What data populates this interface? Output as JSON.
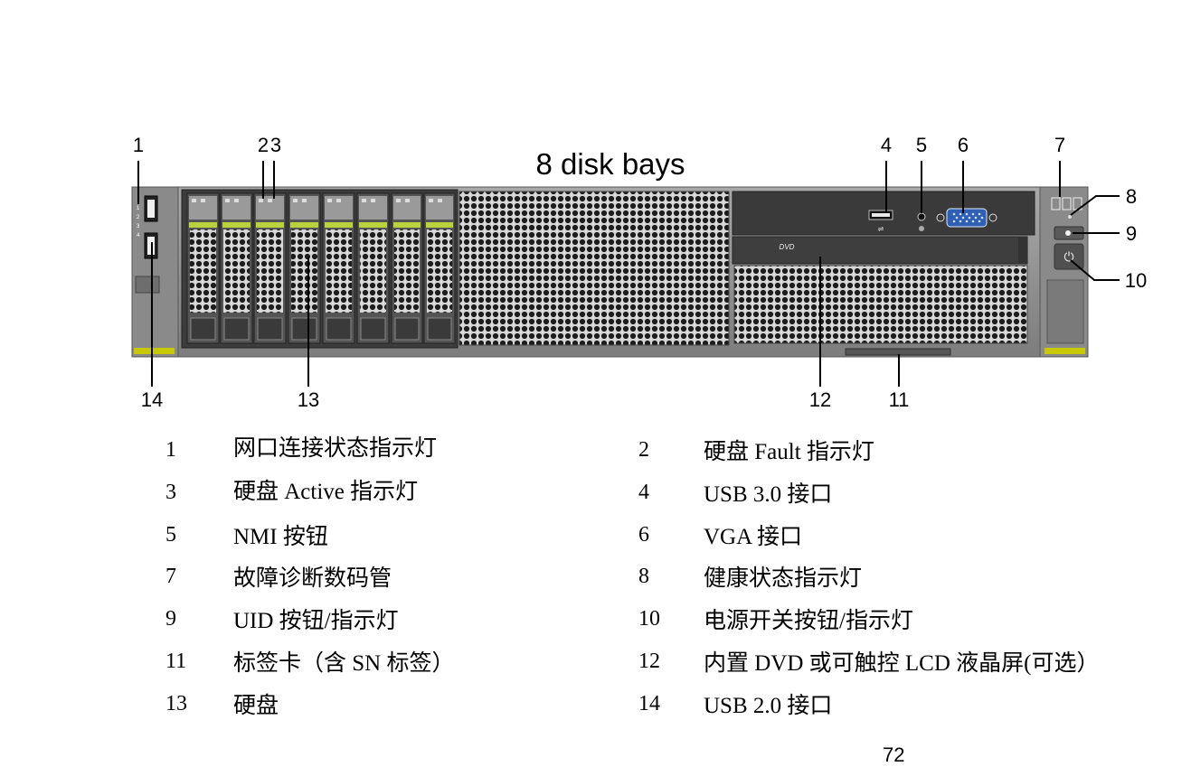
{
  "title": "8 disk bays",
  "callouts": [
    "1",
    "2",
    "3",
    "4",
    "5",
    "6",
    "7",
    "8",
    "9",
    "10",
    "11",
    "12",
    "13",
    "14"
  ],
  "panel_labels": {
    "dvd": "DVD",
    "port_numbers": [
      "1",
      "2",
      "3",
      "4"
    ]
  },
  "legend": [
    {
      "num": "1",
      "text": "网口连接状态指示灯"
    },
    {
      "num": "2",
      "text": "硬盘 Fault 指示灯"
    },
    {
      "num": "3",
      "text": "硬盘 Active 指示灯"
    },
    {
      "num": "4",
      "text": "USB 3.0 接口"
    },
    {
      "num": "5",
      "text": "NMI 按钮"
    },
    {
      "num": "6",
      "text": "VGA 接口"
    },
    {
      "num": "7",
      "text": "故障诊断数码管"
    },
    {
      "num": "8",
      "text": "健康状态指示灯"
    },
    {
      "num": "9",
      "text": "UID 按钮/指示灯"
    },
    {
      "num": "10",
      "text": "电源开关按钮/指示灯"
    },
    {
      "num": "11",
      "text": "标签卡（含 SN 标签）"
    },
    {
      "num": "12",
      "text": "内置 DVD 或可触控 LCD 液晶屏(可选）"
    },
    {
      "num": "13",
      "text": "硬盘"
    },
    {
      "num": "14",
      "text": "USB 2.0 接口"
    }
  ],
  "page_number": "72",
  "colors": {
    "chassis": "#8c8c8c",
    "panel_dark": "#3a3a3a",
    "bay_green": "#b9d23c",
    "vga_blue": "#2f5fb3",
    "ear_yellow": "#c8c800"
  }
}
